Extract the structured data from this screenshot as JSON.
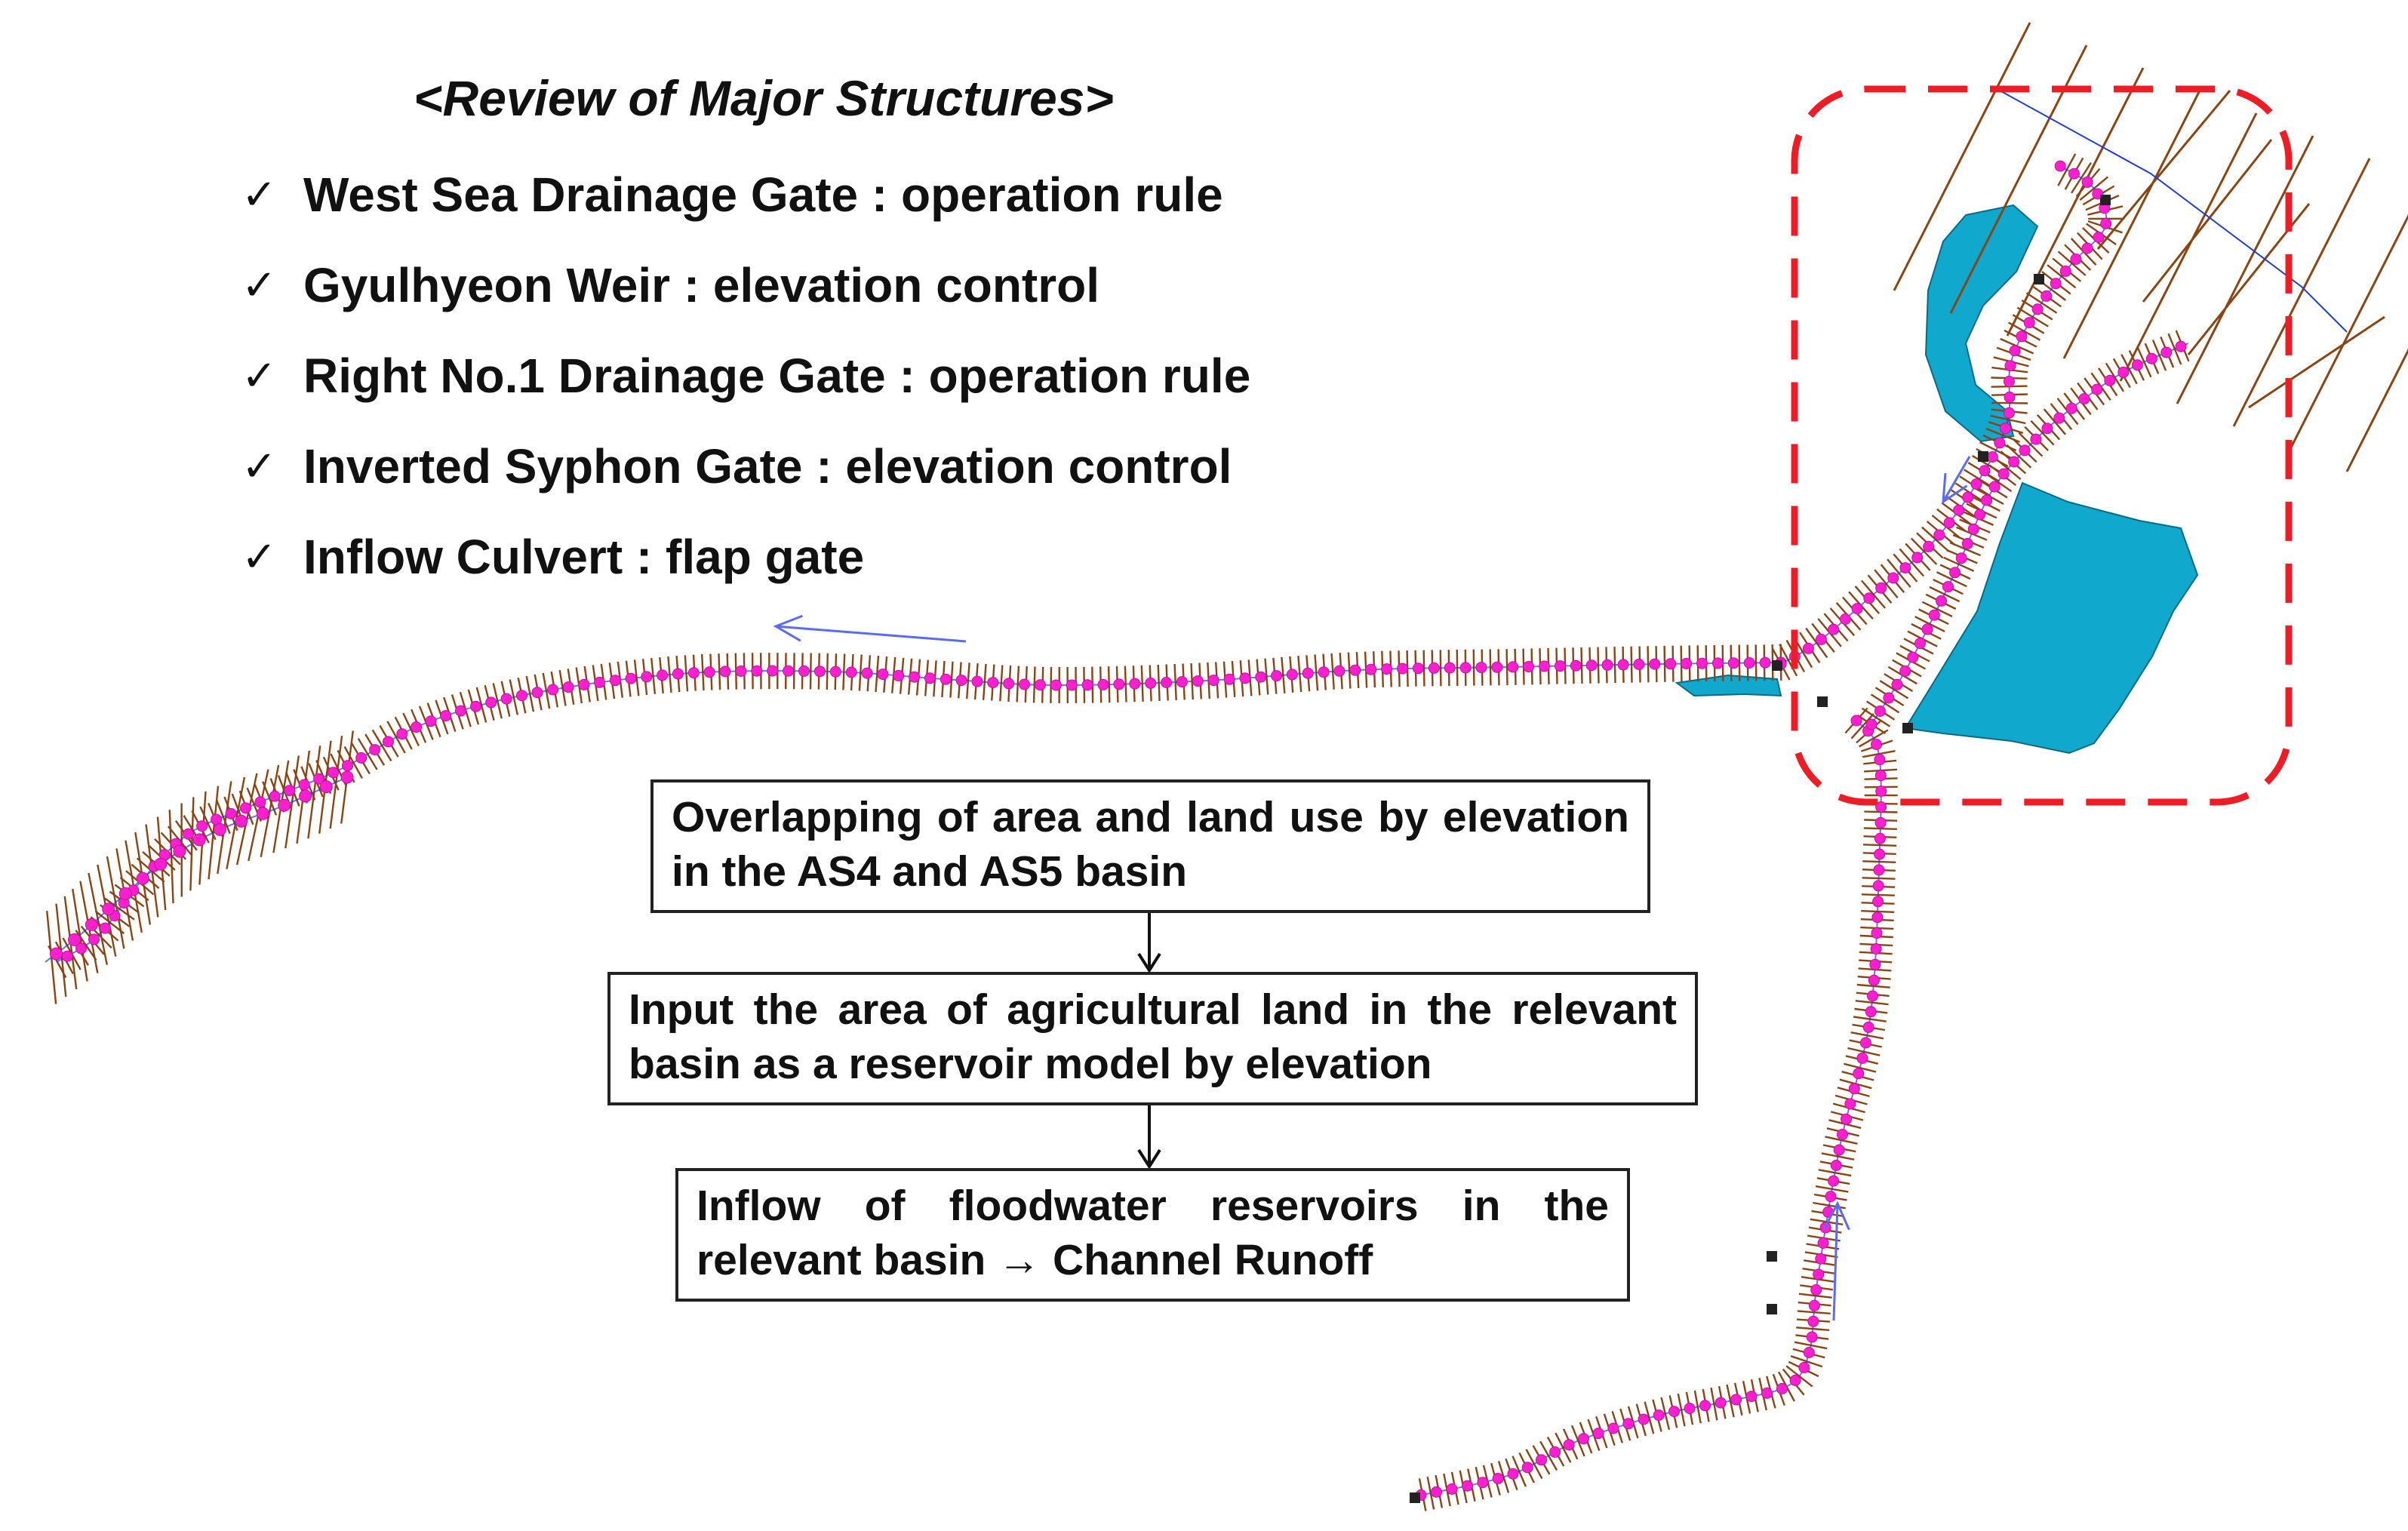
{
  "review": {
    "title": "<Review of Major Structures>",
    "check_symbol": "✓",
    "items": [
      "West Sea Drainage Gate : operation rule",
      "Gyulhyeon Weir : elevation control",
      "Right No.1 Drainage Gate : operation rule",
      "Inverted Syphon Gate : elevation control",
      "Inflow Culvert : flap gate"
    ]
  },
  "flow": {
    "steps": [
      "Overlapping of area and land use by elevation in the AS4 and AS5 basin",
      "Input the area of agricultural land in the relevant basin as a reservoir model by elevation",
      "Inflow of floodwater reservoirs in the relevant basin → Channel Runoff"
    ]
  },
  "colors": {
    "channel_nodes": "#ff1fd0",
    "cross_sections": "#8b4513",
    "reservoir_fill": "#10a8cc",
    "highlight_box": "#ee1c25",
    "flow_arrow": "#5a6cf0",
    "centerline": "#1f3fd0"
  }
}
